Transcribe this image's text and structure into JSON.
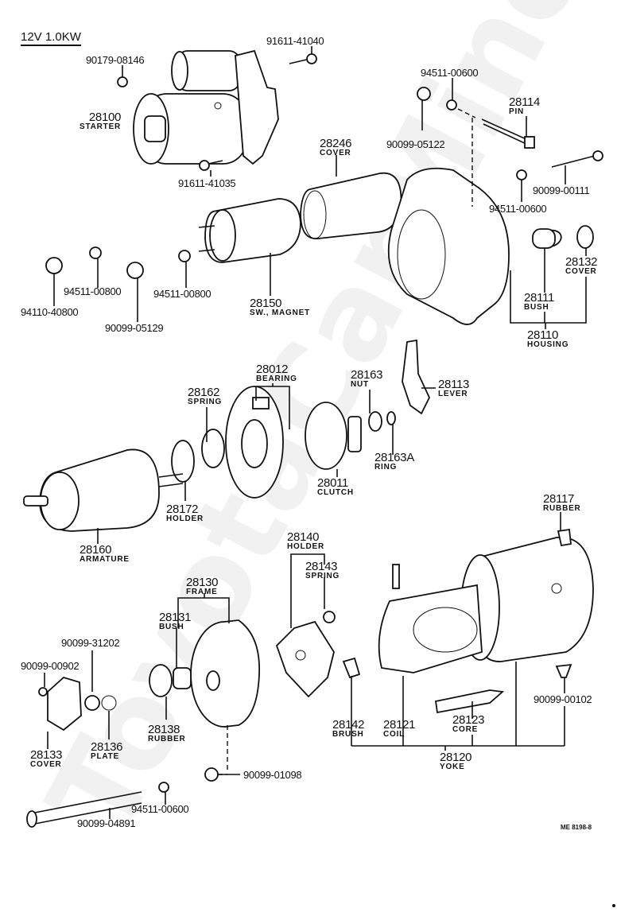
{
  "diagram": {
    "title": "12V 1.0KW",
    "watermark": "ToyotaCarMine.ru",
    "drawing_code": "ME 8198-8",
    "labeled_parts": [
      {
        "id": "starter",
        "number": "28100",
        "name": "STARTER"
      },
      {
        "id": "cover-28246",
        "number": "28246",
        "name": "COVER"
      },
      {
        "id": "pin",
        "number": "28114",
        "name": "PIN"
      },
      {
        "id": "sw-magnet",
        "number": "28150",
        "name": "SW., MAGNET"
      },
      {
        "id": "cover-28132",
        "number": "28132",
        "name": "COVER"
      },
      {
        "id": "bush-28111",
        "number": "28111",
        "name": "BUSH"
      },
      {
        "id": "housing",
        "number": "28110",
        "name": "HOUSING"
      },
      {
        "id": "bearing",
        "number": "28012",
        "name": "BEARING"
      },
      {
        "id": "spring-28162",
        "number": "28162",
        "name": "SPRING"
      },
      {
        "id": "nut-28163",
        "number": "28163",
        "name": "NUT"
      },
      {
        "id": "lever",
        "number": "28113",
        "name": "LEVER"
      },
      {
        "id": "ring",
        "number": "28163A",
        "name": "RING"
      },
      {
        "id": "clutch",
        "number": "28011",
        "name": "CLUTCH"
      },
      {
        "id": "holder-28172",
        "number": "28172",
        "name": "HOLDER"
      },
      {
        "id": "armature",
        "number": "28160",
        "name": "ARMATURE"
      },
      {
        "id": "rubber-28117",
        "number": "28117",
        "name": "RUBBER"
      },
      {
        "id": "holder-28140",
        "number": "28140",
        "name": "HOLDER"
      },
      {
        "id": "spring-28143",
        "number": "28143",
        "name": "SPRING"
      },
      {
        "id": "frame",
        "number": "28130",
        "name": "FRAME"
      },
      {
        "id": "bush-28131",
        "number": "28131",
        "name": "BUSH"
      },
      {
        "id": "rubber-28138",
        "number": "28138",
        "name": "RUBBER"
      },
      {
        "id": "cover-28133",
        "number": "28133",
        "name": "COVER"
      },
      {
        "id": "plate",
        "number": "28136",
        "name": "PLATE"
      },
      {
        "id": "brush",
        "number": "28142",
        "name": "BRUSH"
      },
      {
        "id": "coil",
        "number": "28121",
        "name": "COIL"
      },
      {
        "id": "core",
        "number": "28123",
        "name": "CORE"
      },
      {
        "id": "yoke",
        "number": "28120",
        "name": "YOKE"
      }
    ],
    "hardware": [
      "91611-41040",
      "90179-08146",
      "94511-00600",
      "90099-05122",
      "91611-41035",
      "90099-00111",
      "94511-00600",
      "94511-00800",
      "94110-40800",
      "90099-05129",
      "94511-00800",
      "90099-31202",
      "90099-00902",
      "90099-00102",
      "90099-01098",
      "94511-00600",
      "90099-04891"
    ]
  }
}
